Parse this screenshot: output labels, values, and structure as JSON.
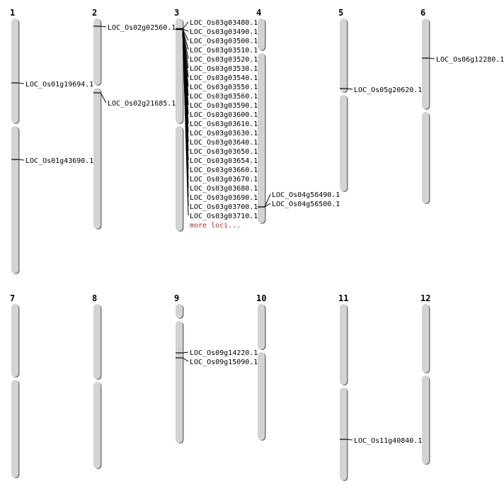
{
  "colors": {
    "chromosome": "#d3d3d3",
    "shadow": "#777777",
    "marker": "#000000",
    "more": "#cc2222"
  },
  "chromosomes": [
    {
      "name": "1",
      "loci": [
        "LOC_Os01g19694.1",
        "LOC_Os01g43690.1"
      ]
    },
    {
      "name": "2",
      "loci": [
        "LOC_Os02g02560.1",
        "LOC_Os02g21685.1"
      ]
    },
    {
      "name": "3",
      "loci": [
        "LOC_Os03g03480.1",
        "LOC_Os03g03490.1",
        "LOC_Os03g03500.1",
        "LOC_Os03g03510.1",
        "LOC_Os03g03520.1",
        "LOC_Os03g03530.1",
        "LOC_Os03g03540.1",
        "LOC_Os03g03550.1",
        "LOC_Os03g03560.1",
        "LOC_Os03g03590.1",
        "LOC_Os03g03600.1",
        "LOC_Os03g03610.1",
        "LOC_Os03g03630.1",
        "LOC_Os03g03640.1",
        "LOC_Os03g03650.1",
        "LOC_Os03g03654.1",
        "LOC_Os03g03660.1",
        "LOC_Os03g03670.1",
        "LOC_Os03g03680.1",
        "LOC_Os03g03690.1",
        "LOC_Os03g03700.1",
        "LOC_Os03g03710.1"
      ],
      "more": "more loci..."
    },
    {
      "name": "4",
      "loci": [
        "LOC_Os04g56490.1",
        "LOC_Os04g56500.1"
      ]
    },
    {
      "name": "5",
      "loci": [
        "LOC_Os05g20620.1"
      ]
    },
    {
      "name": "6",
      "loci": [
        "LOC_Os06g12280.1"
      ]
    },
    {
      "name": "7",
      "loci": []
    },
    {
      "name": "8",
      "loci": []
    },
    {
      "name": "9",
      "loci": [
        "LOC_Os09g14220.1",
        "LOC_Os09g15090.1"
      ]
    },
    {
      "name": "10",
      "loci": []
    },
    {
      "name": "11",
      "loci": [
        "LOC_Os11g40840.1"
      ]
    },
    {
      "name": "12",
      "loci": []
    }
  ]
}
